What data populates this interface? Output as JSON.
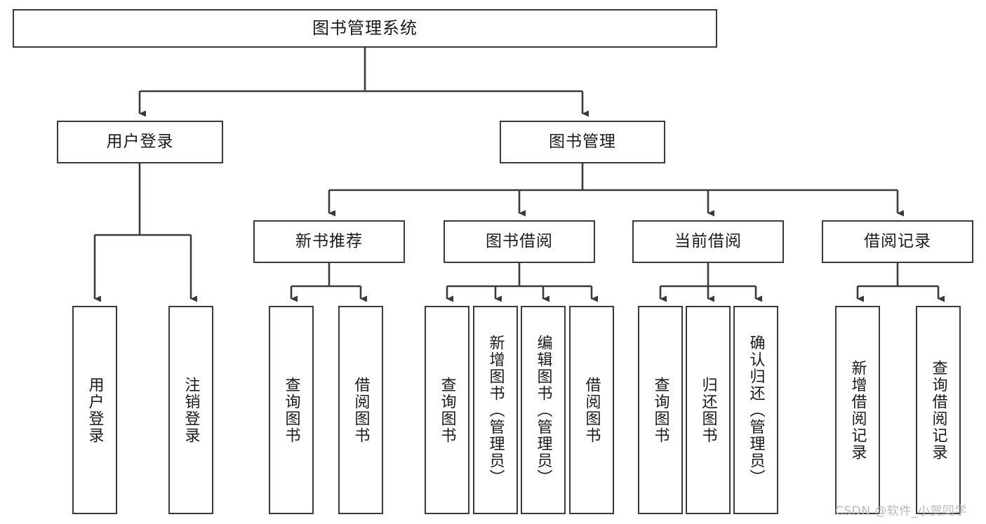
{
  "diagram": {
    "type": "tree-hierarchy",
    "title": "图书管理系统",
    "orientation": "top-down",
    "background_color": "#ffffff",
    "border_color": "#3a3a3a",
    "text_color": "#1a1a1a",
    "root": {
      "id": "root",
      "label": "图书管理系统",
      "text_direction": "horizontal"
    },
    "level1": [
      {
        "id": "user-login",
        "label": "用户登录",
        "text_direction": "horizontal"
      },
      {
        "id": "book-management",
        "label": "图书管理",
        "text_direction": "horizontal"
      }
    ],
    "level2": [
      {
        "id": "new-book-recommend",
        "label": "新书推荐",
        "parent": "book-management",
        "text_direction": "horizontal"
      },
      {
        "id": "book-borrow",
        "label": "图书借阅",
        "parent": "book-management",
        "text_direction": "horizontal"
      },
      {
        "id": "current-borrow",
        "label": "当前借阅",
        "parent": "book-management",
        "text_direction": "horizontal"
      },
      {
        "id": "borrow-record",
        "label": "借阅记录",
        "parent": "book-management",
        "text_direction": "horizontal"
      }
    ],
    "leaves": [
      {
        "id": "leaf-user-login",
        "label": "用户登录",
        "parent": "user-login",
        "text_direction": "vertical"
      },
      {
        "id": "leaf-user-logout",
        "label": "注销登录",
        "parent": "user-login",
        "text_direction": "vertical"
      },
      {
        "id": "leaf-query-book-1",
        "label": "查询图书",
        "parent": "new-book-recommend",
        "text_direction": "vertical"
      },
      {
        "id": "leaf-borrow-book-1",
        "label": "借阅图书",
        "parent": "new-book-recommend",
        "text_direction": "vertical"
      },
      {
        "id": "leaf-query-book-2",
        "label": "查询图书",
        "parent": "book-borrow",
        "text_direction": "vertical"
      },
      {
        "id": "leaf-add-book",
        "label": "新增图书（管理员）",
        "parent": "book-borrow",
        "text_direction": "vertical"
      },
      {
        "id": "leaf-edit-book",
        "label": "编辑图书（管理员）",
        "parent": "book-borrow",
        "text_direction": "vertical"
      },
      {
        "id": "leaf-borrow-book-2",
        "label": "借阅图书",
        "parent": "book-borrow",
        "text_direction": "vertical"
      },
      {
        "id": "leaf-query-book-3",
        "label": "查询图书",
        "parent": "current-borrow",
        "text_direction": "vertical"
      },
      {
        "id": "leaf-return-book",
        "label": "归还图书",
        "parent": "current-borrow",
        "text_direction": "vertical"
      },
      {
        "id": "leaf-confirm-return",
        "label": "确认归还（管理员）",
        "parent": "current-borrow",
        "text_direction": "vertical"
      },
      {
        "id": "leaf-add-record",
        "label": "新增借阅记录",
        "parent": "borrow-record",
        "text_direction": "vertical"
      },
      {
        "id": "leaf-query-record",
        "label": "查询借阅记录",
        "parent": "borrow-record",
        "text_direction": "vertical"
      }
    ]
  },
  "watermark": {
    "text": "CSDN @软件_小贺同学",
    "color": "#b9b9b9"
  }
}
